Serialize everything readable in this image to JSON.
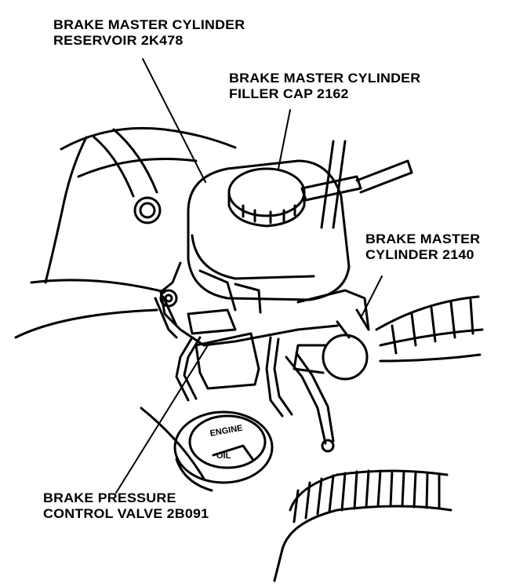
{
  "labels": {
    "reservoir": {
      "line1": "BRAKE MASTER CYLINDER",
      "line2": "RESERVOIR 2K478"
    },
    "filler_cap": {
      "line1": "BRAKE MASTER CYLINDER",
      "line2": "FILLER CAP 2162"
    },
    "master_cylinder": {
      "line1": "BRAKE MASTER",
      "line2": "CYLINDER 2140"
    },
    "pressure_valve": {
      "line1": "BRAKE PRESSURE",
      "line2": "CONTROL VALVE 2B091"
    }
  },
  "oil_cap": {
    "top_text": "ENGINE",
    "bottom_text": "OIL"
  },
  "colors": {
    "ink": "#000000",
    "paper": "#ffffff"
  }
}
